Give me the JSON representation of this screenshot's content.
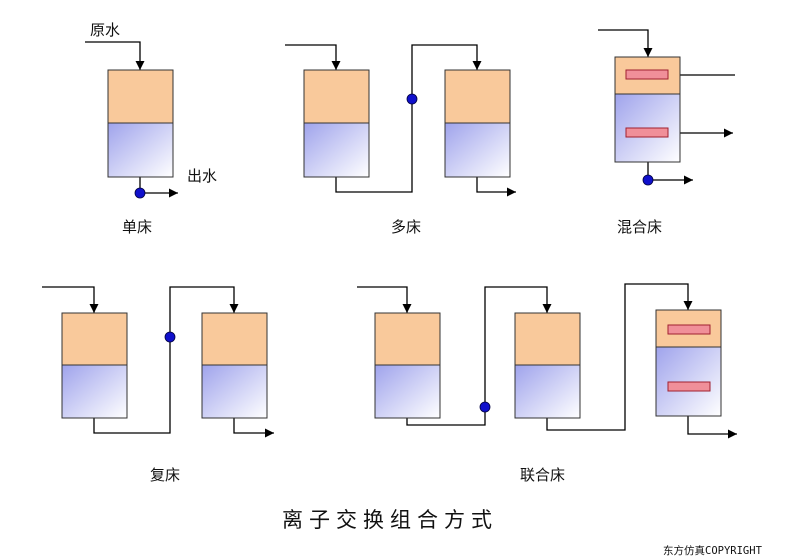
{
  "labels": {
    "raw_water": "原水",
    "out_water": "出水",
    "single_bed": "单床",
    "multi_bed": "多床",
    "mixed_bed": "混合床",
    "compound_bed": "复床",
    "combined_bed": "联合床"
  },
  "title": "离子交换组合方式",
  "copyright": "东方仿真COPYRIGHT",
  "colors": {
    "resin_top": "#f9c99b",
    "resin_bottom_dark": "#9fa3ec",
    "resin_bottom_light": "#ffffff",
    "column_border": "#333333",
    "line": "#000000",
    "valve_dot": "#1010cc",
    "distributor_fill": "#f08f99",
    "distributor_border": "#a02030"
  }
}
